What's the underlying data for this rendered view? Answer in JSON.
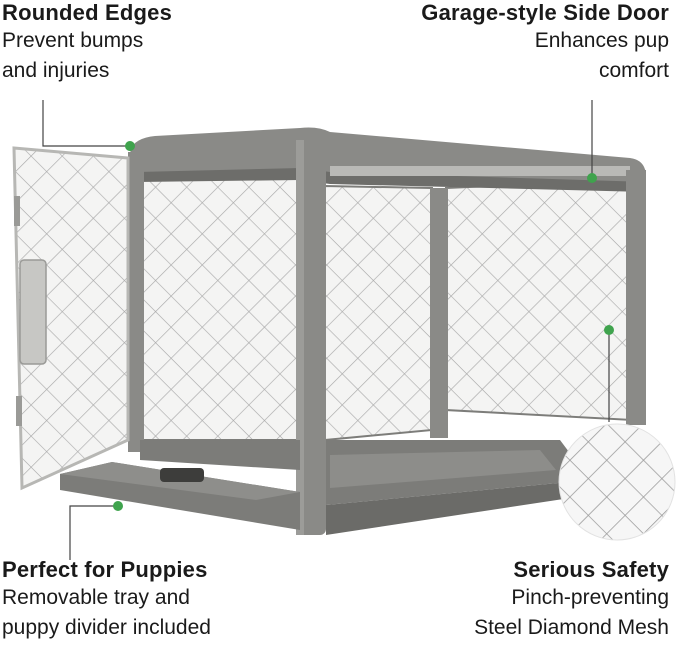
{
  "features": {
    "rounded_edges": {
      "title": "Rounded Edges",
      "desc": [
        "Prevent bumps",
        "and injuries"
      ]
    },
    "side_door": {
      "title": "Garage-style Side Door",
      "desc": [
        "Enhances pup",
        "comfort"
      ]
    },
    "puppies": {
      "title": "Perfect for Puppies",
      "desc": [
        "Removable tray and",
        "puppy divider included"
      ]
    },
    "safety": {
      "title": "Serious Safety",
      "desc": [
        "Pinch-preventing",
        "Steel Diamond Mesh"
      ]
    }
  },
  "colors": {
    "frame": "#8a8a87",
    "frame_dark": "#6d6d6a",
    "tray": "#7c7c79",
    "mesh": "#a9a9a9",
    "dot": "#3fa34d"
  },
  "icons": {
    "pointer_dot": "green-dot-icon"
  }
}
